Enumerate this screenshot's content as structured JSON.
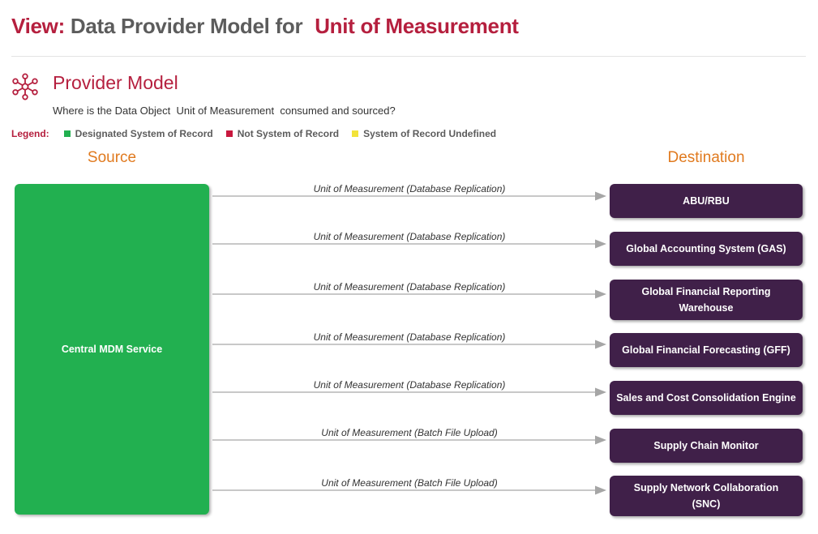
{
  "header": {
    "prefix": "View:",
    "title": "Data Provider Model for",
    "object_name": "Unit of Measurement"
  },
  "section": {
    "icon": "network-nodes-icon",
    "title": "Provider Model",
    "question": "Where is the Data Object  Unit of Measurement  consumed and sourced?"
  },
  "legend": {
    "label": "Legend:",
    "items": [
      {
        "label": "Designated System of Record",
        "color": "#22b050"
      },
      {
        "label": "Not System of Record",
        "color": "#c8183e"
      },
      {
        "label": "System of Record Undefined",
        "color": "#f2e33a"
      }
    ]
  },
  "columns": {
    "source": "Source",
    "destination": "Destination"
  },
  "source": {
    "name": "Central MDM Service",
    "color": "#22b050"
  },
  "destinations": [
    {
      "name": "ABU/RBU",
      "flow": "Unit of Measurement (Database Replication)"
    },
    {
      "name": "Global Accounting System (GAS)",
      "flow": "Unit of Measurement (Database Replication)"
    },
    {
      "name": "Global Financial Reporting Warehouse",
      "flow": "Unit of Measurement (Database Replication)"
    },
    {
      "name": "Global Financial Forecasting (GFF)",
      "flow": "Unit of Measurement (Database Replication)"
    },
    {
      "name": "Sales and Cost Consolidation Engine",
      "flow": "Unit of Measurement (Database Replication)"
    },
    {
      "name": "Supply Chain Monitor",
      "flow": "Unit of Measurement (Batch File Upload)"
    },
    {
      "name": "Supply Network Collaboration (SNC)",
      "flow": "Unit of Measurement (Batch File Upload)"
    }
  ],
  "colors": {
    "accent": "#b51f3e",
    "heading": "#e07a1f",
    "destination": "#402049",
    "arrow": "#a6a6a6"
  }
}
